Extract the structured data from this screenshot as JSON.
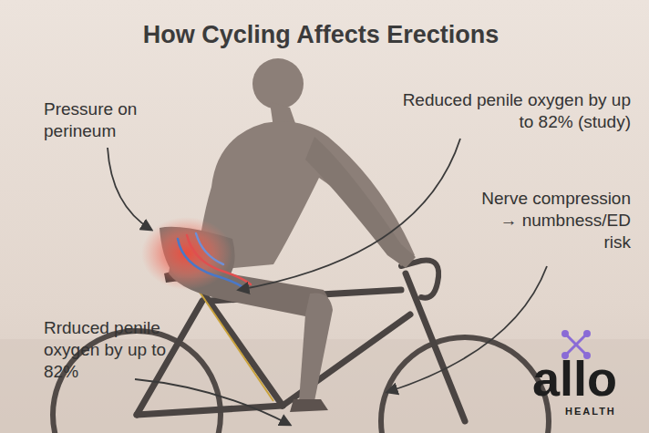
{
  "diagram": {
    "title": "How Cycling Affects Erections",
    "labels": [
      "Pressure on perineum",
      "Reduced penile oxygen by up to 82% (study)",
      "Nerve compression → numbness/ED risk",
      "Rrduced penile oxygen by up to 82%",
      "allo",
      "HEALTH"
    ]
  }
}
